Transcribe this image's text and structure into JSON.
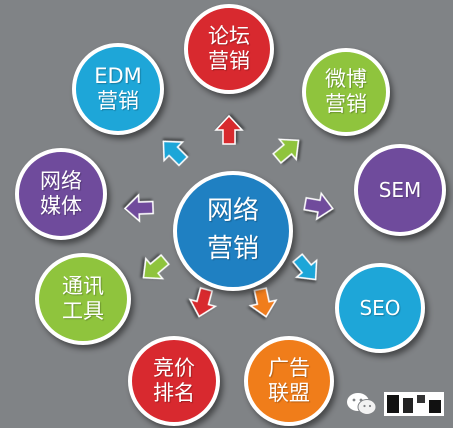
{
  "colors": {
    "background": "#808386",
    "center": "#1f80c2",
    "red": "#d8292f",
    "green": "#8fc43d",
    "purple": "#6f4b9c",
    "cyan": "#1ea6d8",
    "orange": "#f07d1a"
  },
  "center": {
    "label": "网络\n营销"
  },
  "nodes": [
    {
      "id": "luntan",
      "label": "论坛\n营销",
      "color": "#d8292f",
      "arrow": "red-up-arrow",
      "arrow_color": "#d8292f"
    },
    {
      "id": "weibo",
      "label": "微博\n营销",
      "color": "#8fc43d",
      "arrow": "green-arrow",
      "arrow_color": "#8fc43d"
    },
    {
      "id": "sem",
      "label": "SEM",
      "color": "#6f4b9c",
      "arrow": "purple-arrow",
      "arrow_color": "#6f4b9c"
    },
    {
      "id": "seo",
      "label": "SEO",
      "color": "#1ea6d8",
      "arrow": "cyan-arrow",
      "arrow_color": "#1ea6d8"
    },
    {
      "id": "guanggao",
      "label": "广告\n联盟",
      "color": "#f07d1a",
      "arrow": "orange-arrow",
      "arrow_color": "#f07d1a"
    },
    {
      "id": "jingjia",
      "label": "竞价\n排名",
      "color": "#d8292f",
      "arrow": "red-arrow",
      "arrow_color": "#d8292f"
    },
    {
      "id": "tongxun",
      "label": "通讯\n工具",
      "color": "#8fc43d",
      "arrow": "green-arrow",
      "arrow_color": "#8fc43d"
    },
    {
      "id": "meiti",
      "label": "网络\n媒体",
      "color": "#6f4b9c",
      "arrow": "purple-arrow",
      "arrow_color": "#6f4b9c"
    },
    {
      "id": "edm",
      "label": "EDM\n营销",
      "color": "#1ea6d8",
      "arrow": "cyan-arrow",
      "arrow_color": "#1ea6d8"
    }
  ],
  "watermark": {
    "icon": "wechat-icon"
  }
}
